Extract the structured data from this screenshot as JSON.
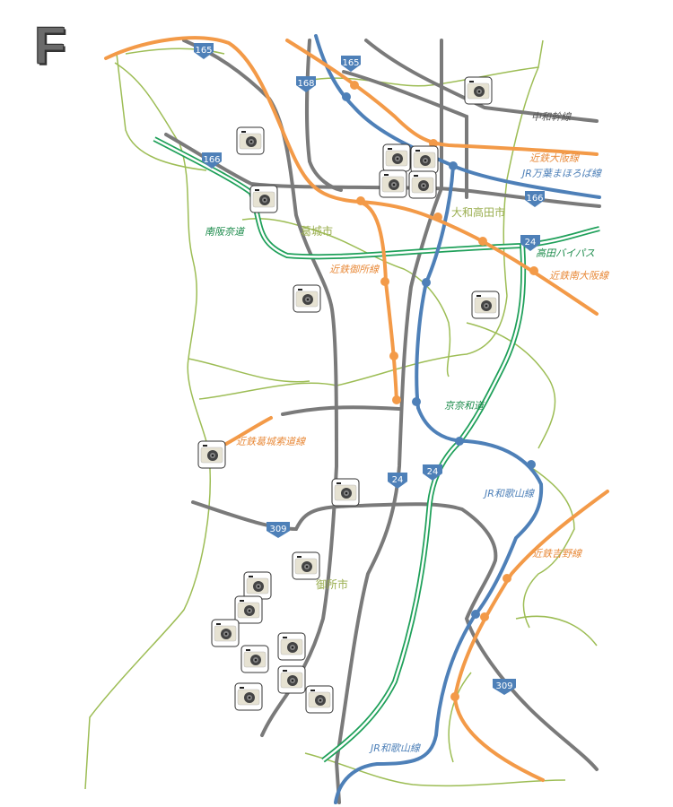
{
  "map_letter": "F",
  "colors": {
    "kintetsu": "#f39a48",
    "jr": "#4e80b8",
    "road": "#7a7a7a",
    "expressway": "#1fa05a",
    "boundary": "#9dbd55"
  },
  "lines": {
    "chuwa_kansen": "中和幹線",
    "kintetsu_osaka": "近鉄大阪線",
    "jr_manyo_mahoroba": "JR万葉まほろば線",
    "kintetsu_minami_osaka": "近鉄南大阪線",
    "kintetsu_gose": "近鉄御所線",
    "kintetsu_katsuragi_ropeway": "近鉄葛城索道線",
    "kintetsu_yoshino": "近鉄吉野線",
    "jr_wakayama_1": "JR和歌山線",
    "jr_wakayama_2": "JR和歌山線",
    "minami_hanna": "南阪奈道",
    "takada_bypass": "高田バイパス",
    "keinawa": "京奈和道"
  },
  "cities": {
    "yamato_takada": "大和高田市",
    "katsuragi": "葛城市",
    "gose": "御所市"
  },
  "route_shields": [
    "165",
    "168",
    "165",
    "166",
    "166",
    "24",
    "24",
    "24",
    "309",
    "309"
  ],
  "icons": {
    "photo_spot": "camera-icon",
    "route": "route-shield-icon"
  }
}
